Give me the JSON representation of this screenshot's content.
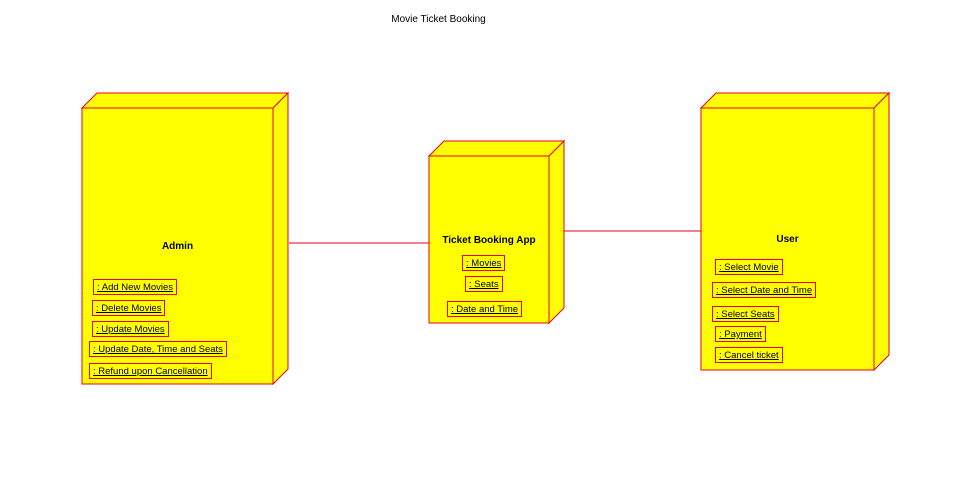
{
  "diagram": {
    "title": "Movie Ticket Booking",
    "colors": {
      "node_fill": "#ffff00",
      "node_border": "#e8001c",
      "connector": "#e8001c"
    },
    "nodes": {
      "admin": {
        "name": "Admin",
        "artifacts": [
          ": Add New Movies",
          ": Delete Movies",
          ": Update Movies",
          ": Update Date, Time and Seats",
          ": Refund upon Cancellation"
        ]
      },
      "app": {
        "name": "Ticket Booking App",
        "artifacts": [
          ": Movies",
          ": Seats",
          ": Date and Time"
        ]
      },
      "user": {
        "name": "User",
        "artifacts": [
          ": Select Movie",
          ": Select Date and Time",
          ": Select Seats",
          ": Payment",
          ": Cancel ticket"
        ]
      }
    },
    "links": [
      {
        "from": "Admin",
        "to": "Ticket Booking App"
      },
      {
        "from": "Ticket Booking App",
        "to": "User"
      }
    ]
  }
}
